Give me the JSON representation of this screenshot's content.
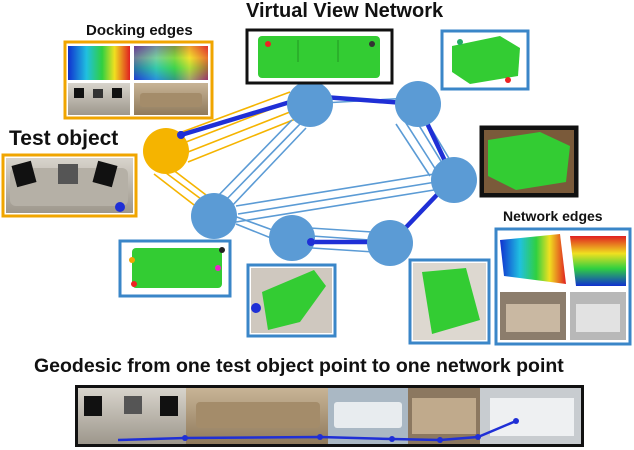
{
  "labels": {
    "docking_edges": "Docking edges",
    "virtual_view_network": "Virtual View Network",
    "test_object": "Test object",
    "network_edges": "Network edges",
    "geodesic": "Geodesic from one test object point to one network point"
  },
  "colors": {
    "node": "#5b9bd5",
    "test_node": "#f5b400",
    "docking_edge": "#f5b400",
    "network_edge": "#5b9bd5",
    "geodesic_path": "#1f2fd6",
    "green_view": "#33cc33",
    "frame_blue": "#3a86c8",
    "frame_black": "#111111",
    "frame_orange": "#f0a500"
  },
  "icons": {
    "sofa": "sofa-photo",
    "green_sofa": "green-sofa-view"
  }
}
